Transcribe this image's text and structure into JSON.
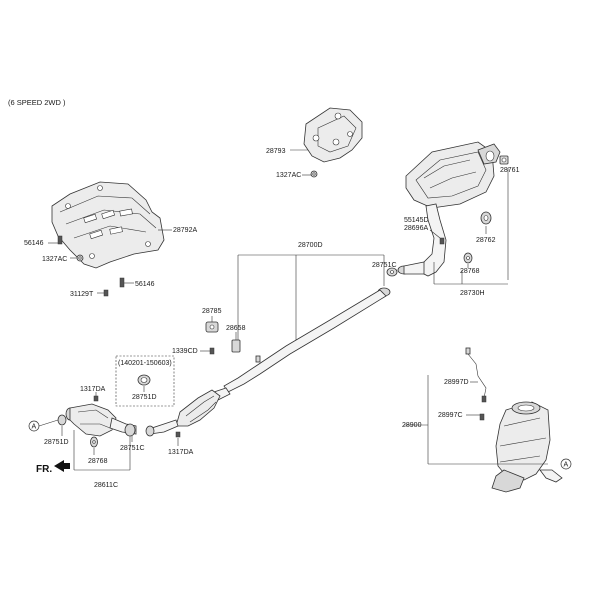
{
  "header": {
    "caption": "(6 SPEED 2WD )"
  },
  "direction": {
    "label": "FR."
  },
  "detail_box": {
    "range": "(140201-150603)"
  },
  "labels": {
    "p28793": "28793",
    "p1327AC_top": "1327AC",
    "p28761": "28761",
    "p55145D": "55145D",
    "p28696A": "28696A",
    "p28762": "28762",
    "p28768_right": "28768",
    "p28730H": "28730H",
    "p28751C_right": "28751C",
    "p28700D": "28700D",
    "p28792A": "28792A",
    "p56146_left": "56146",
    "p1327AC_left": "1327AC",
    "p31129T": "31129T",
    "p56146_right": "56146",
    "p28785": "28785",
    "p28658": "28658",
    "p1339CD": "1339CD",
    "p28751D_box": "28751D",
    "p1317DA_left": "1317DA",
    "p28751D_left": "28751D",
    "p28768_left": "28768",
    "p28751C_left": "28751C",
    "p1317DA_right": "1317DA",
    "p28611C": "28611C",
    "p28997D": "28997D",
    "p28997C": "28997C",
    "p28900": "28900",
    "marker_a": "A"
  }
}
